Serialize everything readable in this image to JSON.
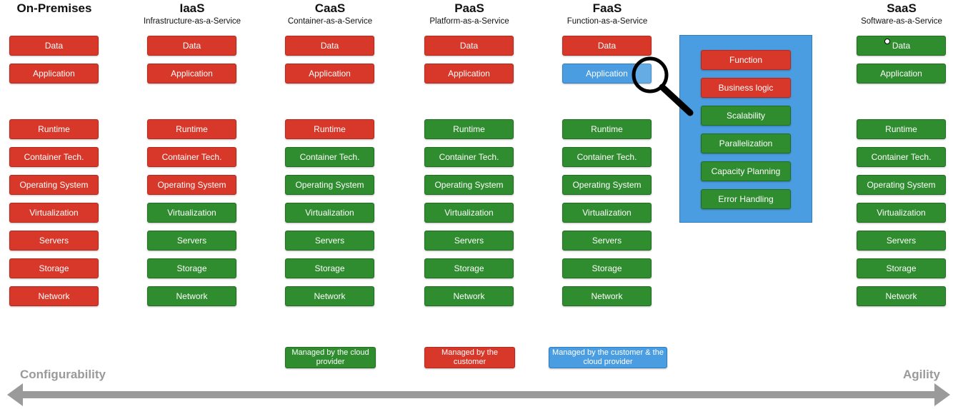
{
  "columns": [
    {
      "id": "onprem",
      "title": "On-Premises",
      "subtitle": "",
      "top": [
        {
          "label": "Data",
          "color": "red"
        },
        {
          "label": "Application",
          "color": "red"
        }
      ],
      "stack": [
        {
          "label": "Runtime",
          "color": "red"
        },
        {
          "label": "Container Tech.",
          "color": "red"
        },
        {
          "label": "Operating System",
          "color": "red"
        },
        {
          "label": "Virtualization",
          "color": "red"
        },
        {
          "label": "Servers",
          "color": "red"
        },
        {
          "label": "Storage",
          "color": "red"
        },
        {
          "label": "Network",
          "color": "red"
        }
      ]
    },
    {
      "id": "iaas",
      "title": "IaaS",
      "subtitle": "Infrastructure-as-a-Service",
      "top": [
        {
          "label": "Data",
          "color": "red"
        },
        {
          "label": "Application",
          "color": "red"
        }
      ],
      "stack": [
        {
          "label": "Runtime",
          "color": "red"
        },
        {
          "label": "Container Tech.",
          "color": "red"
        },
        {
          "label": "Operating System",
          "color": "red"
        },
        {
          "label": "Virtualization",
          "color": "green"
        },
        {
          "label": "Servers",
          "color": "green"
        },
        {
          "label": "Storage",
          "color": "green"
        },
        {
          "label": "Network",
          "color": "green"
        }
      ]
    },
    {
      "id": "caas",
      "title": "CaaS",
      "subtitle": "Container-as-a-Service",
      "top": [
        {
          "label": "Data",
          "color": "red"
        },
        {
          "label": "Application",
          "color": "red"
        }
      ],
      "stack": [
        {
          "label": "Runtime",
          "color": "red"
        },
        {
          "label": "Container Tech.",
          "color": "green"
        },
        {
          "label": "Operating System",
          "color": "green"
        },
        {
          "label": "Virtualization",
          "color": "green"
        },
        {
          "label": "Servers",
          "color": "green"
        },
        {
          "label": "Storage",
          "color": "green"
        },
        {
          "label": "Network",
          "color": "green"
        }
      ]
    },
    {
      "id": "paas",
      "title": "PaaS",
      "subtitle": "Platform-as-a-Service",
      "top": [
        {
          "label": "Data",
          "color": "red"
        },
        {
          "label": "Application",
          "color": "red"
        }
      ],
      "stack": [
        {
          "label": "Runtime",
          "color": "green"
        },
        {
          "label": "Container Tech.",
          "color": "green"
        },
        {
          "label": "Operating System",
          "color": "green"
        },
        {
          "label": "Virtualization",
          "color": "green"
        },
        {
          "label": "Servers",
          "color": "green"
        },
        {
          "label": "Storage",
          "color": "green"
        },
        {
          "label": "Network",
          "color": "green"
        }
      ]
    },
    {
      "id": "faas",
      "title": "FaaS",
      "subtitle": "Function-as-a-Service",
      "top": [
        {
          "label": "Data",
          "color": "red"
        },
        {
          "label": "Application",
          "color": "blue"
        }
      ],
      "stack": [
        {
          "label": "Runtime",
          "color": "green"
        },
        {
          "label": "Container Tech.",
          "color": "green"
        },
        {
          "label": "Operating System",
          "color": "green"
        },
        {
          "label": "Virtualization",
          "color": "green"
        },
        {
          "label": "Servers",
          "color": "green"
        },
        {
          "label": "Storage",
          "color": "green"
        },
        {
          "label": "Network",
          "color": "green"
        }
      ]
    },
    {
      "id": "saas",
      "title": "SaaS",
      "subtitle": "Software-as-a-Service",
      "top": [
        {
          "label": "Data",
          "color": "green"
        },
        {
          "label": "Application",
          "color": "green"
        }
      ],
      "stack": [
        {
          "label": "Runtime",
          "color": "green"
        },
        {
          "label": "Container Tech.",
          "color": "green"
        },
        {
          "label": "Operating System",
          "color": "green"
        },
        {
          "label": "Virtualization",
          "color": "green"
        },
        {
          "label": "Servers",
          "color": "green"
        },
        {
          "label": "Storage",
          "color": "green"
        },
        {
          "label": "Network",
          "color": "green"
        }
      ]
    }
  ],
  "faas_detail": [
    {
      "label": "Function",
      "color": "red"
    },
    {
      "label": "Business logic",
      "color": "red"
    },
    {
      "label": "Scalability",
      "color": "green"
    },
    {
      "label": "Parallelization",
      "color": "green"
    },
    {
      "label": "Capacity Planning",
      "color": "green"
    },
    {
      "label": "Error Handling",
      "color": "green"
    }
  ],
  "legend": {
    "provider": "Managed by the cloud provider",
    "customer": "Managed by the customer",
    "shared": "Managed by the customer & the cloud provider"
  },
  "axis": {
    "left": "Configurability",
    "right": "Agility"
  },
  "colors": {
    "red": "#d8382a",
    "green": "#2f8c2f",
    "blue": "#4a9de0",
    "axis": "#9a9a9a"
  },
  "icons": [
    "magnifier-icon",
    "double-arrow-icon",
    "cursor-icon"
  ]
}
